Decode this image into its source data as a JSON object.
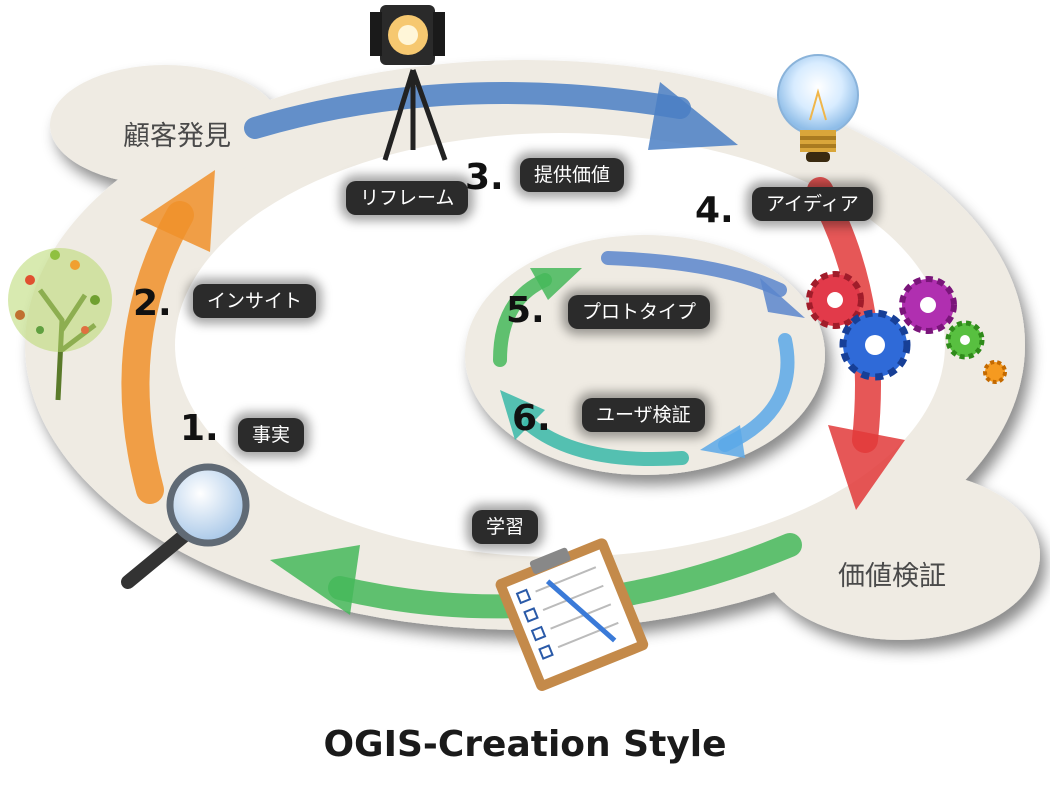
{
  "phases": {
    "customer_discovery": "顧客発見",
    "value_validation": "価値検証",
    "learning": "学習"
  },
  "steps": [
    {
      "number": "1.",
      "label": "事実"
    },
    {
      "number": "2.",
      "label": "インサイト"
    },
    {
      "number": "3.",
      "label": "提供価値"
    },
    {
      "number": "4.",
      "label": "アイディア"
    },
    {
      "number": "5.",
      "label": "プロトタイプ"
    },
    {
      "number": "6.",
      "label": "ユーザ検証"
    }
  ],
  "reframe_label": "リフレーム",
  "title": "OGIS-Creation Style",
  "colors": {
    "board": "#efebe3",
    "arrow_blue": "#4a7fc4",
    "arrow_red": "#e23a3a",
    "arrow_green": "#45b85a",
    "arrow_orange": "#f0902a",
    "arrow_teal": "#38b8a8",
    "arrow_light_blue": "#5aa8e8"
  },
  "icons": [
    "spotlight-icon",
    "light-bulb-icon",
    "gears-icon",
    "tree-icon",
    "magnifier-icon",
    "clipboard-icon"
  ]
}
